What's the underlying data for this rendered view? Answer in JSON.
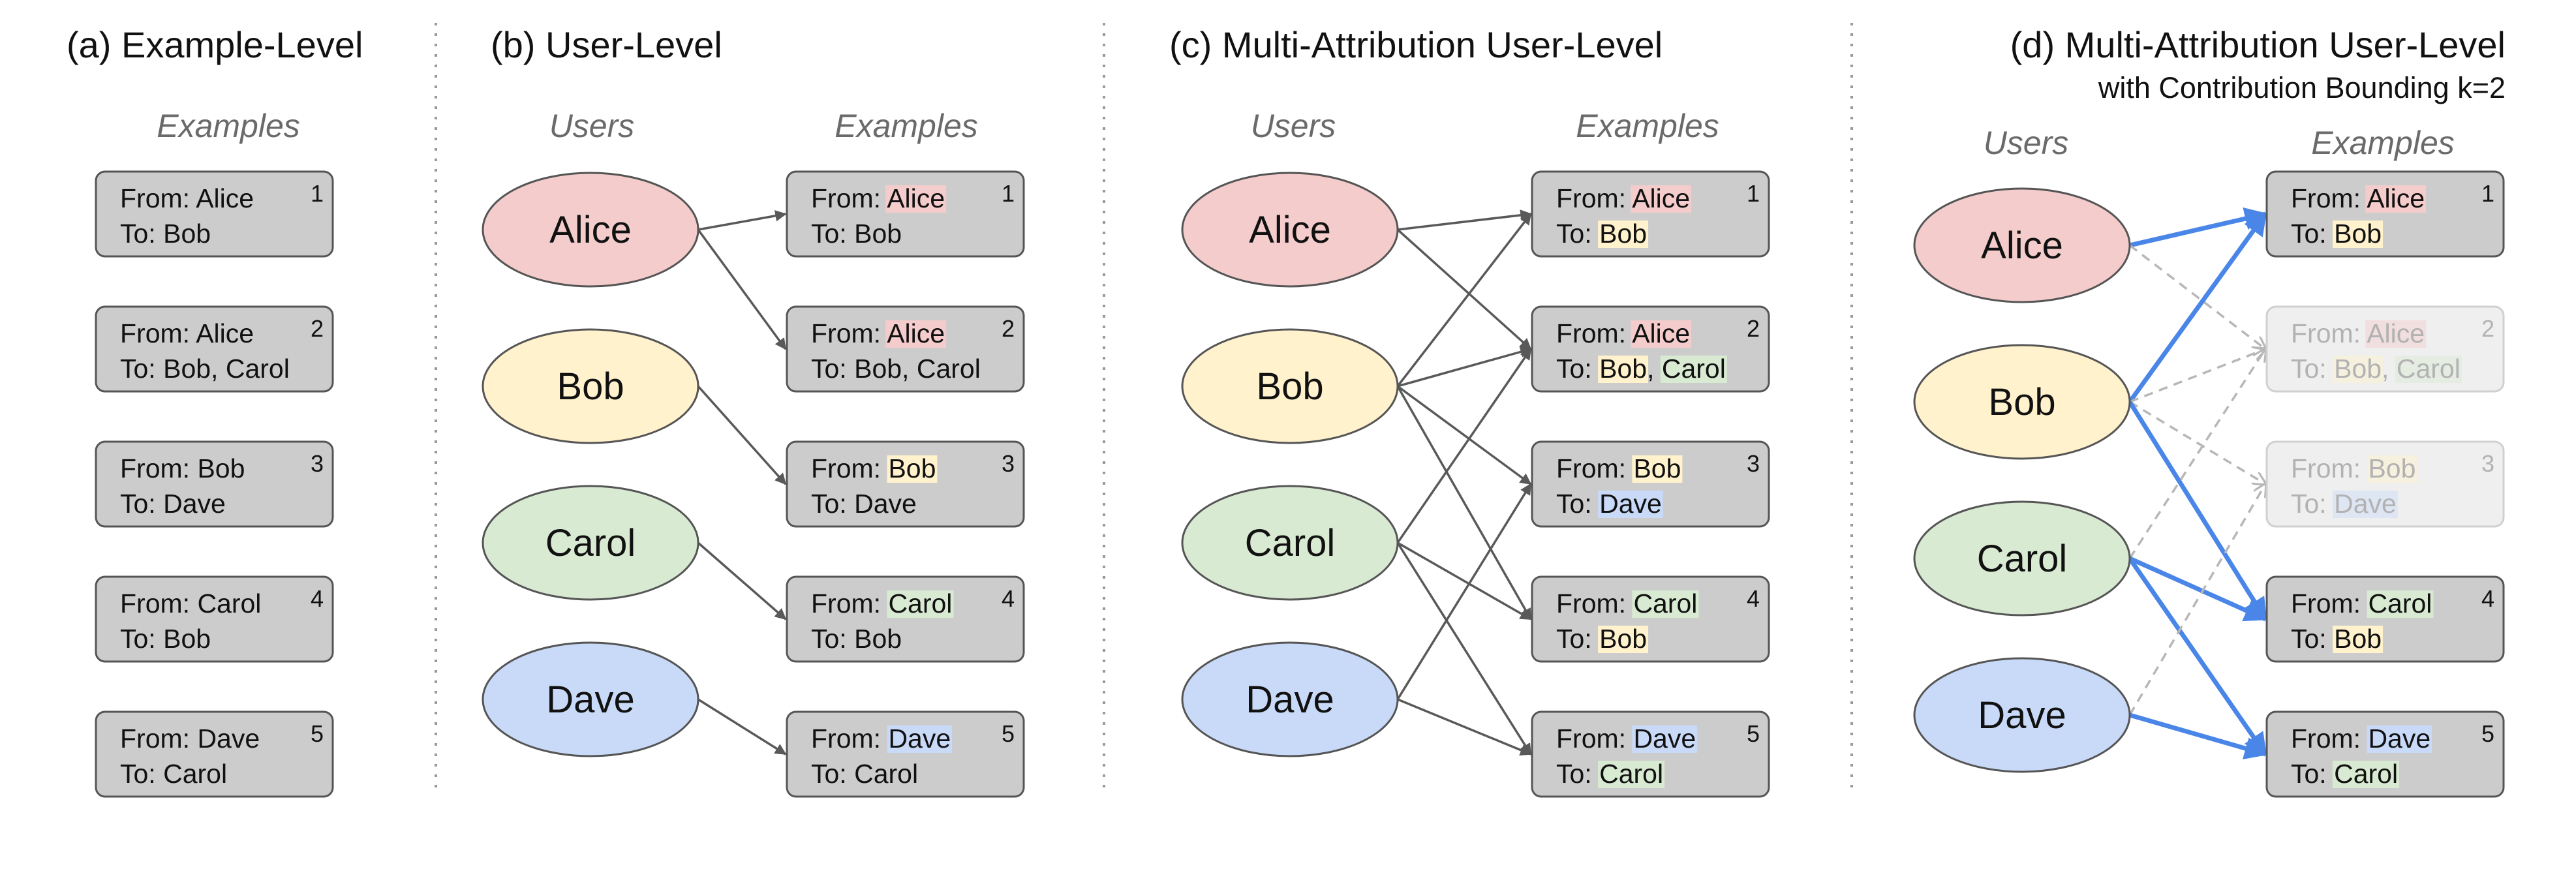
{
  "panels": [
    {
      "id": "a",
      "title": "(a) Example-Level",
      "subtitle": "",
      "users_header": "",
      "examples_header": "Examples",
      "users": [],
      "examples": [
        {
          "number": "1",
          "from": "Alice",
          "to": [
            "Bob"
          ],
          "highlight": false,
          "faded": false
        },
        {
          "number": "2",
          "from": "Alice",
          "to": [
            "Bob",
            "Carol"
          ],
          "highlight": false,
          "faded": false
        },
        {
          "number": "3",
          "from": "Bob",
          "to": [
            "Dave"
          ],
          "highlight": false,
          "faded": false
        },
        {
          "number": "4",
          "from": "Carol",
          "to": [
            "Bob"
          ],
          "highlight": false,
          "faded": false
        },
        {
          "number": "5",
          "from": "Dave",
          "to": [
            "Carol"
          ],
          "highlight": false,
          "faded": false
        }
      ],
      "edges": []
    },
    {
      "id": "b",
      "title": "(b) User-Level",
      "subtitle": "",
      "users_header": "Users",
      "examples_header": "Examples",
      "users": [
        "Alice",
        "Bob",
        "Carol",
        "Dave"
      ],
      "examples": [
        {
          "number": "1",
          "from": "Alice",
          "to": [
            "Bob"
          ],
          "highlight": "from",
          "faded": false
        },
        {
          "number": "2",
          "from": "Alice",
          "to": [
            "Bob",
            "Carol"
          ],
          "highlight": "from",
          "faded": false
        },
        {
          "number": "3",
          "from": "Bob",
          "to": [
            "Dave"
          ],
          "highlight": "from",
          "faded": false
        },
        {
          "number": "4",
          "from": "Carol",
          "to": [
            "Bob"
          ],
          "highlight": "from",
          "faded": false
        },
        {
          "number": "5",
          "from": "Dave",
          "to": [
            "Carol"
          ],
          "highlight": "from",
          "faded": false
        }
      ],
      "edges": [
        {
          "user": 0,
          "example": 0,
          "style": "normal"
        },
        {
          "user": 0,
          "example": 1,
          "style": "normal"
        },
        {
          "user": 1,
          "example": 2,
          "style": "normal"
        },
        {
          "user": 2,
          "example": 3,
          "style": "normal"
        },
        {
          "user": 3,
          "example": 4,
          "style": "normal"
        }
      ]
    },
    {
      "id": "c",
      "title": "(c) Multi-Attribution User-Level",
      "subtitle": "",
      "users_header": "Users",
      "examples_header": "Examples",
      "users": [
        "Alice",
        "Bob",
        "Carol",
        "Dave"
      ],
      "examples": [
        {
          "number": "1",
          "from": "Alice",
          "to": [
            "Bob"
          ],
          "highlight": "all",
          "faded": false
        },
        {
          "number": "2",
          "from": "Alice",
          "to": [
            "Bob",
            "Carol"
          ],
          "highlight": "all",
          "faded": false
        },
        {
          "number": "3",
          "from": "Bob",
          "to": [
            "Dave"
          ],
          "highlight": "all",
          "faded": false
        },
        {
          "number": "4",
          "from": "Carol",
          "to": [
            "Bob"
          ],
          "highlight": "all",
          "faded": false
        },
        {
          "number": "5",
          "from": "Dave",
          "to": [
            "Carol"
          ],
          "highlight": "all",
          "faded": false
        }
      ],
      "edges": [
        {
          "user": 0,
          "example": 0,
          "style": "normal"
        },
        {
          "user": 0,
          "example": 1,
          "style": "normal"
        },
        {
          "user": 1,
          "example": 0,
          "style": "normal"
        },
        {
          "user": 1,
          "example": 1,
          "style": "normal"
        },
        {
          "user": 1,
          "example": 2,
          "style": "normal"
        },
        {
          "user": 1,
          "example": 3,
          "style": "normal"
        },
        {
          "user": 2,
          "example": 1,
          "style": "normal"
        },
        {
          "user": 2,
          "example": 3,
          "style": "normal"
        },
        {
          "user": 2,
          "example": 4,
          "style": "normal"
        },
        {
          "user": 3,
          "example": 2,
          "style": "normal"
        },
        {
          "user": 3,
          "example": 4,
          "style": "normal"
        }
      ]
    },
    {
      "id": "d",
      "title": "(d) Multi-Attribution User-Level",
      "subtitle": "with Contribution Bounding k=2",
      "users_header": "Users",
      "examples_header": "Examples",
      "users": [
        "Alice",
        "Bob",
        "Carol",
        "Dave"
      ],
      "examples": [
        {
          "number": "1",
          "from": "Alice",
          "to": [
            "Bob"
          ],
          "highlight": "all",
          "faded": false
        },
        {
          "number": "2",
          "from": "Alice",
          "to": [
            "Bob",
            "Carol"
          ],
          "highlight": "all",
          "faded": true
        },
        {
          "number": "3",
          "from": "Bob",
          "to": [
            "Dave"
          ],
          "highlight": "all",
          "faded": true
        },
        {
          "number": "4",
          "from": "Carol",
          "to": [
            "Bob"
          ],
          "highlight": "all",
          "faded": false
        },
        {
          "number": "5",
          "from": "Dave",
          "to": [
            "Carol"
          ],
          "highlight": "all",
          "faded": false
        }
      ],
      "edges": [
        {
          "user": 0,
          "example": 0,
          "style": "bold"
        },
        {
          "user": 0,
          "example": 1,
          "style": "dashed"
        },
        {
          "user": 1,
          "example": 0,
          "style": "bold"
        },
        {
          "user": 1,
          "example": 1,
          "style": "dashed"
        },
        {
          "user": 1,
          "example": 2,
          "style": "dashed"
        },
        {
          "user": 1,
          "example": 3,
          "style": "bold"
        },
        {
          "user": 2,
          "example": 1,
          "style": "dashed"
        },
        {
          "user": 2,
          "example": 3,
          "style": "bold"
        },
        {
          "user": 2,
          "example": 4,
          "style": "bold"
        },
        {
          "user": 3,
          "example": 2,
          "style": "dashed"
        },
        {
          "user": 3,
          "example": 4,
          "style": "bold"
        }
      ]
    }
  ],
  "labels": {
    "from_prefix": "From: ",
    "to_prefix": "To: ",
    "separator": ", "
  },
  "colors": {
    "Alice": {
      "fill": "#f4cccc",
      "highlight": "#f4cccc"
    },
    "Bob": {
      "fill": "#fff2cc",
      "highlight": "#fff2cc"
    },
    "Carol": {
      "fill": "#d9ead3",
      "highlight": "#d9ead3"
    },
    "Dave": {
      "fill": "#c9daf8",
      "highlight": "#c9daf8"
    },
    "example_box": "#cccccc",
    "example_box_faded": "#efefef",
    "arrow": "#595959",
    "arrow_bold": "#4a86e8",
    "arrow_dashed": "#b7b7b7",
    "divider": "#999999"
  }
}
